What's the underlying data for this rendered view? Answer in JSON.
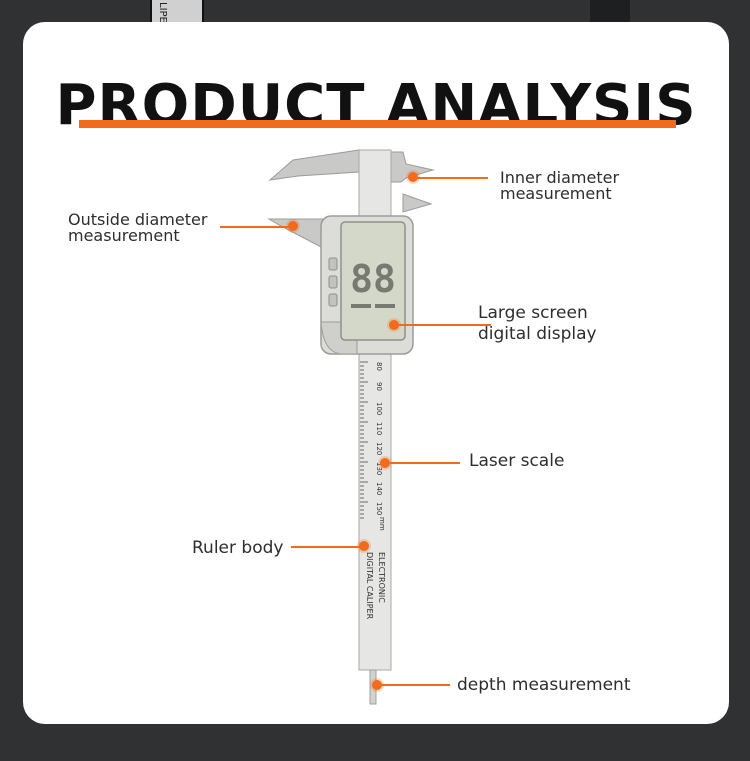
{
  "background": {
    "top_strip_text": "LIPER"
  },
  "title": "PRODUCT ANALYSIS",
  "colors": {
    "accent": "#f26a1b",
    "card": "#ffffff",
    "background": "#2f3133"
  },
  "callouts": {
    "inner_diameter": {
      "line1": "Inner diameter",
      "line2": "measurement"
    },
    "outside_diameter": {
      "line1": "Outside diameter",
      "line2": "measurement"
    },
    "screen": {
      "line1": "Large screen",
      "line2": "digital display"
    },
    "laser_scale": "Laser scale",
    "ruler_body": "Ruler body",
    "depth": "depth measurement"
  },
  "caliper": {
    "display_digits": "88",
    "scale_numbers": [
      "80",
      "90",
      "100",
      "110",
      "120",
      "130",
      "140",
      "150"
    ],
    "unit": "mm",
    "body_text_1": "ELECTRONIC",
    "body_text_2": "DIGITAL CALIPER"
  }
}
